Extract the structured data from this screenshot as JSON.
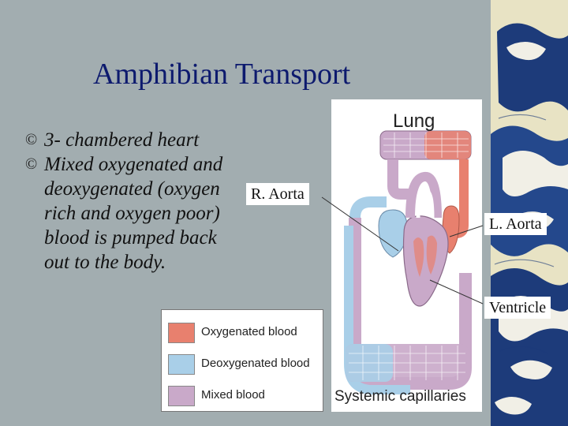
{
  "slide": {
    "title": "Amphibian Transport",
    "bullet_symbol": "©",
    "bullets": [
      "3- chambered heart",
      "Mixed oxygenated and deoxygenated (oxygen rich and oxygen poor) blood is pumped back out to the body."
    ]
  },
  "diagram": {
    "lung_label": "Lung",
    "capillaries_label": "Systemic capillaries",
    "callouts": {
      "r_aorta": "R. Aorta",
      "l_aorta": "L. Aorta",
      "ventricle": "Ventricle"
    },
    "legend": [
      {
        "label": "Oxygenated blood",
        "color": "#e8806e"
      },
      {
        "label": "Deoxygenated blood",
        "color": "#a9cfe8"
      },
      {
        "label": "Mixed blood",
        "color": "#c9a9c9"
      }
    ]
  },
  "colors": {
    "background": "#a2adb0",
    "title": "#0d1a6e",
    "oxygenated": "#e8806e",
    "deoxygenated": "#a9cfe8",
    "mixed": "#c9a9c9",
    "wave_dark": "#1d3b7a",
    "wave_light": "#f1efe6"
  }
}
